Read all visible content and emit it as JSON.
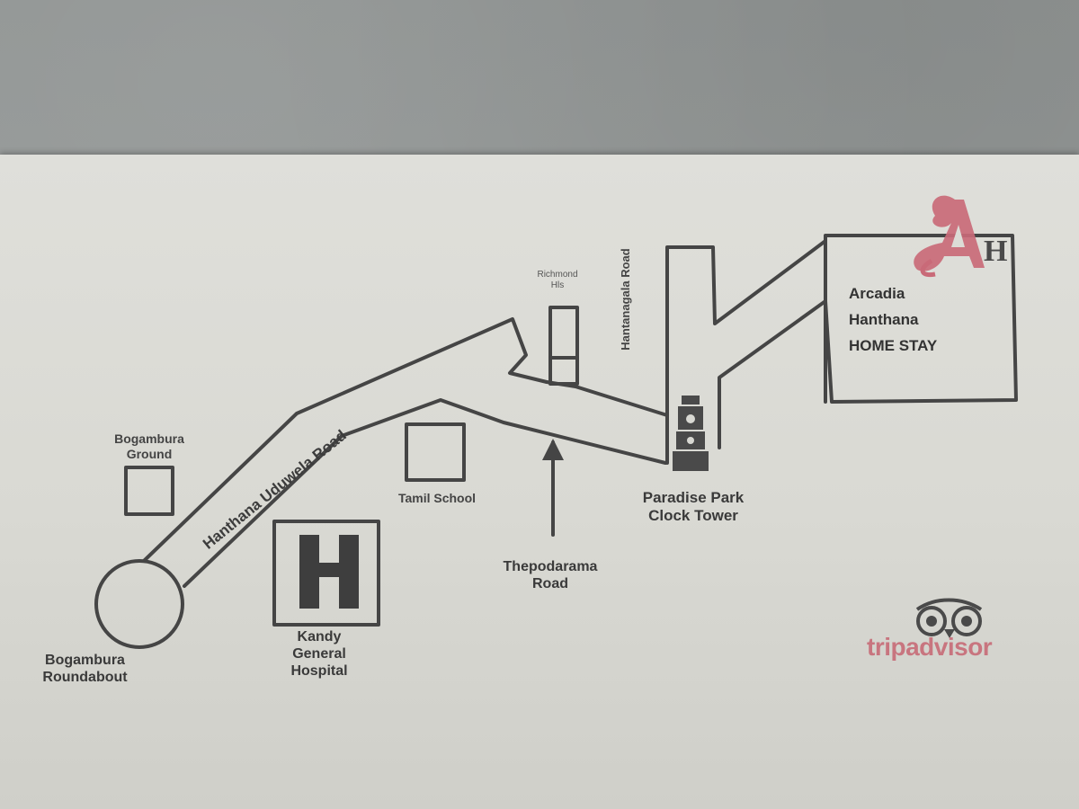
{
  "map": {
    "roads": {
      "main": "Hanthana Uduwela Road",
      "side": "Hantanagala Road",
      "south": "Thepodarama Road"
    },
    "landmarks": {
      "roundabout": "Bogambura Roundabout",
      "ground": "Bogambura Ground",
      "hospital": "Kandy General Hospital",
      "hospital_symbol": "H",
      "school": "Tamil School",
      "hills": "Richmond Hls",
      "clock_tower": "Paradise Park Clock Tower"
    },
    "destination": {
      "line1": "Arcadia",
      "line2": "Hanthana",
      "line3": "HOME STAY",
      "logo_letter": "A",
      "logo_suffix": "H"
    },
    "brand": {
      "name": "tripadvisor",
      "color": "#c8757f",
      "icon": "owl-eyes-icon"
    },
    "colors": {
      "ink": "#3d3d3d",
      "accent": "#c96a78",
      "card": "#dcdcd6"
    }
  }
}
